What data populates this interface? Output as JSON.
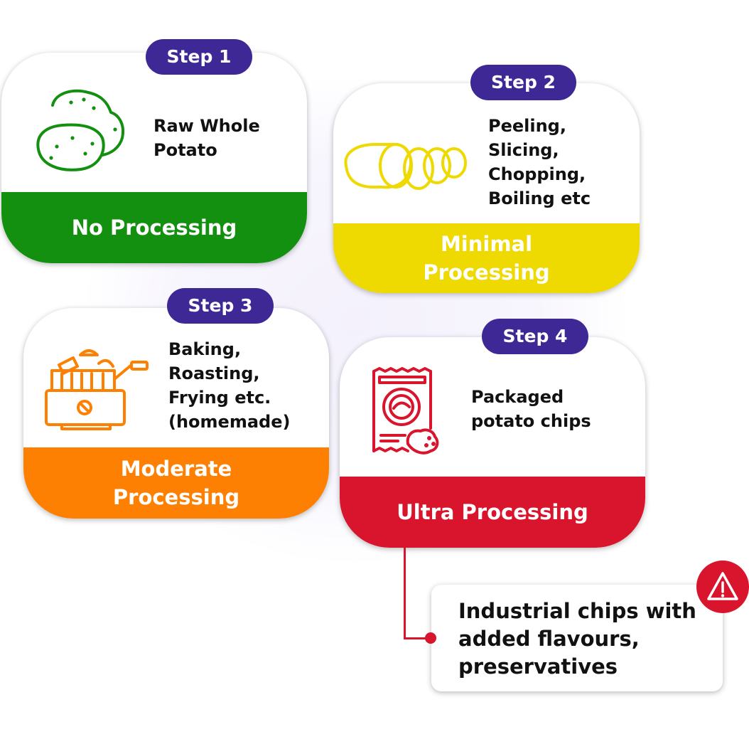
{
  "colors": {
    "step_pill": "#3e2896",
    "no_processing": "#13900f",
    "minimal_processing": "#eed900",
    "moderate_processing": "#fd8002",
    "ultra_processing": "#d8152c"
  },
  "steps": [
    {
      "label": "Step 1",
      "description": "Raw Whole Potato",
      "category": "No Processing",
      "icon": "potato-icon"
    },
    {
      "label": "Step 2",
      "description": "Peeling, Slicing, Chopping, Boiling etc",
      "category": "Minimal Processing",
      "icon": "potato-slices-icon"
    },
    {
      "label": "Step 3",
      "description": "Baking, Roasting, Frying etc. (homemade)",
      "category": "Moderate Processing",
      "icon": "fryer-icon"
    },
    {
      "label": "Step 4",
      "description": "Packaged potato chips",
      "category": "Ultra Processing",
      "icon": "chips-packet-icon"
    }
  ],
  "note": {
    "text": "Industrial chips with added flavours, preservatives",
    "icon": "warning-icon"
  }
}
